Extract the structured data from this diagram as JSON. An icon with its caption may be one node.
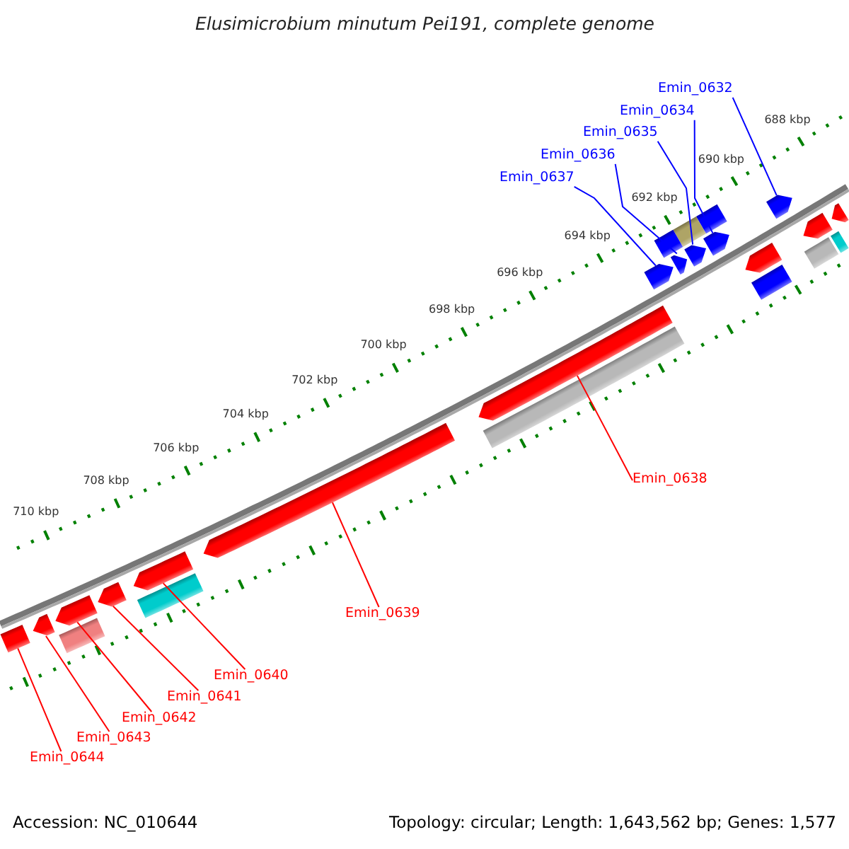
{
  "diagram": {
    "title": "Elusimicrobium minutum Pei191, complete genome",
    "nodes": [
      {
        "text": [
          "Emin_0632"
        ]
      },
      {
        "text": [
          "Emin_0634"
        ]
      },
      {
        "text": [
          "Emin_0635"
        ]
      },
      {
        "text": [
          "Emin_0636"
        ]
      },
      {
        "text": [
          "Emin_0637"
        ]
      },
      {
        "text": [],
        "shape": "bar"
      },
      {
        "text": [],
        "shape": "bar"
      },
      {
        "text": [],
        "shape": "bar"
      },
      {
        "text": [],
        "shape": "bar"
      },
      {
        "text": [],
        "shape": "bar"
      },
      {
        "text": [],
        "shape": "bar"
      },
      {
        "text": [],
        "shape": "bar"
      },
      {
        "text": [],
        "shape": "bar"
      },
      {
        "text": [],
        "shape": "bar"
      },
      {
        "text": [],
        "shape": "bar"
      },
      {
        "text": [],
        "shape": "bar"
      },
      {
        "text": [],
        "shape": "bar"
      },
      {
        "text": [
          "Emin_0638"
        ]
      },
      {
        "text": [
          "Emin_0639"
        ]
      },
      {
        "text": [
          "Emin_0640"
        ]
      },
      {
        "text": [
          "Emin_0641"
        ]
      },
      {
        "text": [
          "Emin_0642"
        ]
      },
      {
        "text": [
          "Emin_0643"
        ]
      },
      {
        "text": [
          "Emin_0644"
        ]
      },
      {
        "text": [],
        "shape": "bar"
      },
      {
        "text": [],
        "shape": "bar"
      },
      {
        "text": [],
        "shape": "bar"
      },
      {
        "text": [],
        "shape": "bar"
      },
      {
        "text": [],
        "shape": "bar"
      },
      {
        "text": [],
        "shape": "bar"
      },
      {
        "text": [],
        "shape": "bar"
      },
      {
        "text": [],
        "shape": "bar"
      },
      {
        "text": [],
        "shape": "bar"
      },
      {
        "text": [],
        "shape": "bar"
      },
      {
        "text": [],
        "shape": "bar"
      },
      {
        "text": [],
        "shape": "bar"
      }
    ],
    "edges": [
      {
        "from": 0,
        "to": 5,
        "arrow": "none",
        "color": "#0000ff"
      },
      {
        "from": 1,
        "to": 6,
        "arrow": "none",
        "color": "#0000ff"
      },
      {
        "from": 2,
        "to": 7,
        "arrow": "none",
        "color": "#0000ff"
      },
      {
        "from": 3,
        "to": 8,
        "arrow": "none",
        "color": "#0000ff"
      },
      {
        "from": 4,
        "to": 9,
        "arrow": "none",
        "color": "#0000ff"
      },
      {
        "from": 17,
        "to": 10,
        "arrow": "none"
      },
      {
        "from": 18,
        "to": 11,
        "arrow": "none"
      },
      {
        "from": 19,
        "to": 12,
        "arrow": "none"
      },
      {
        "from": 20,
        "to": 13,
        "arrow": "none"
      },
      {
        "from": 21,
        "to": 14,
        "arrow": "none"
      },
      {
        "from": 22,
        "to": 15,
        "arrow": "none"
      },
      {
        "from": 23,
        "to": 16,
        "arrow": "none"
      }
    ],
    "labels": [
      "688 kbp",
      "690 kbp",
      "692 kbp",
      "694 kbp",
      "696 kbp",
      "698 kbp",
      "700 kbp",
      "702 kbp",
      "704 kbp",
      "706 kbp",
      "708 kbp",
      "710 kbp",
      "Accession: NC_010644",
      "Topology: circular; Length: 1,643,562 bp; Genes: 1,577"
    ]
  }
}
